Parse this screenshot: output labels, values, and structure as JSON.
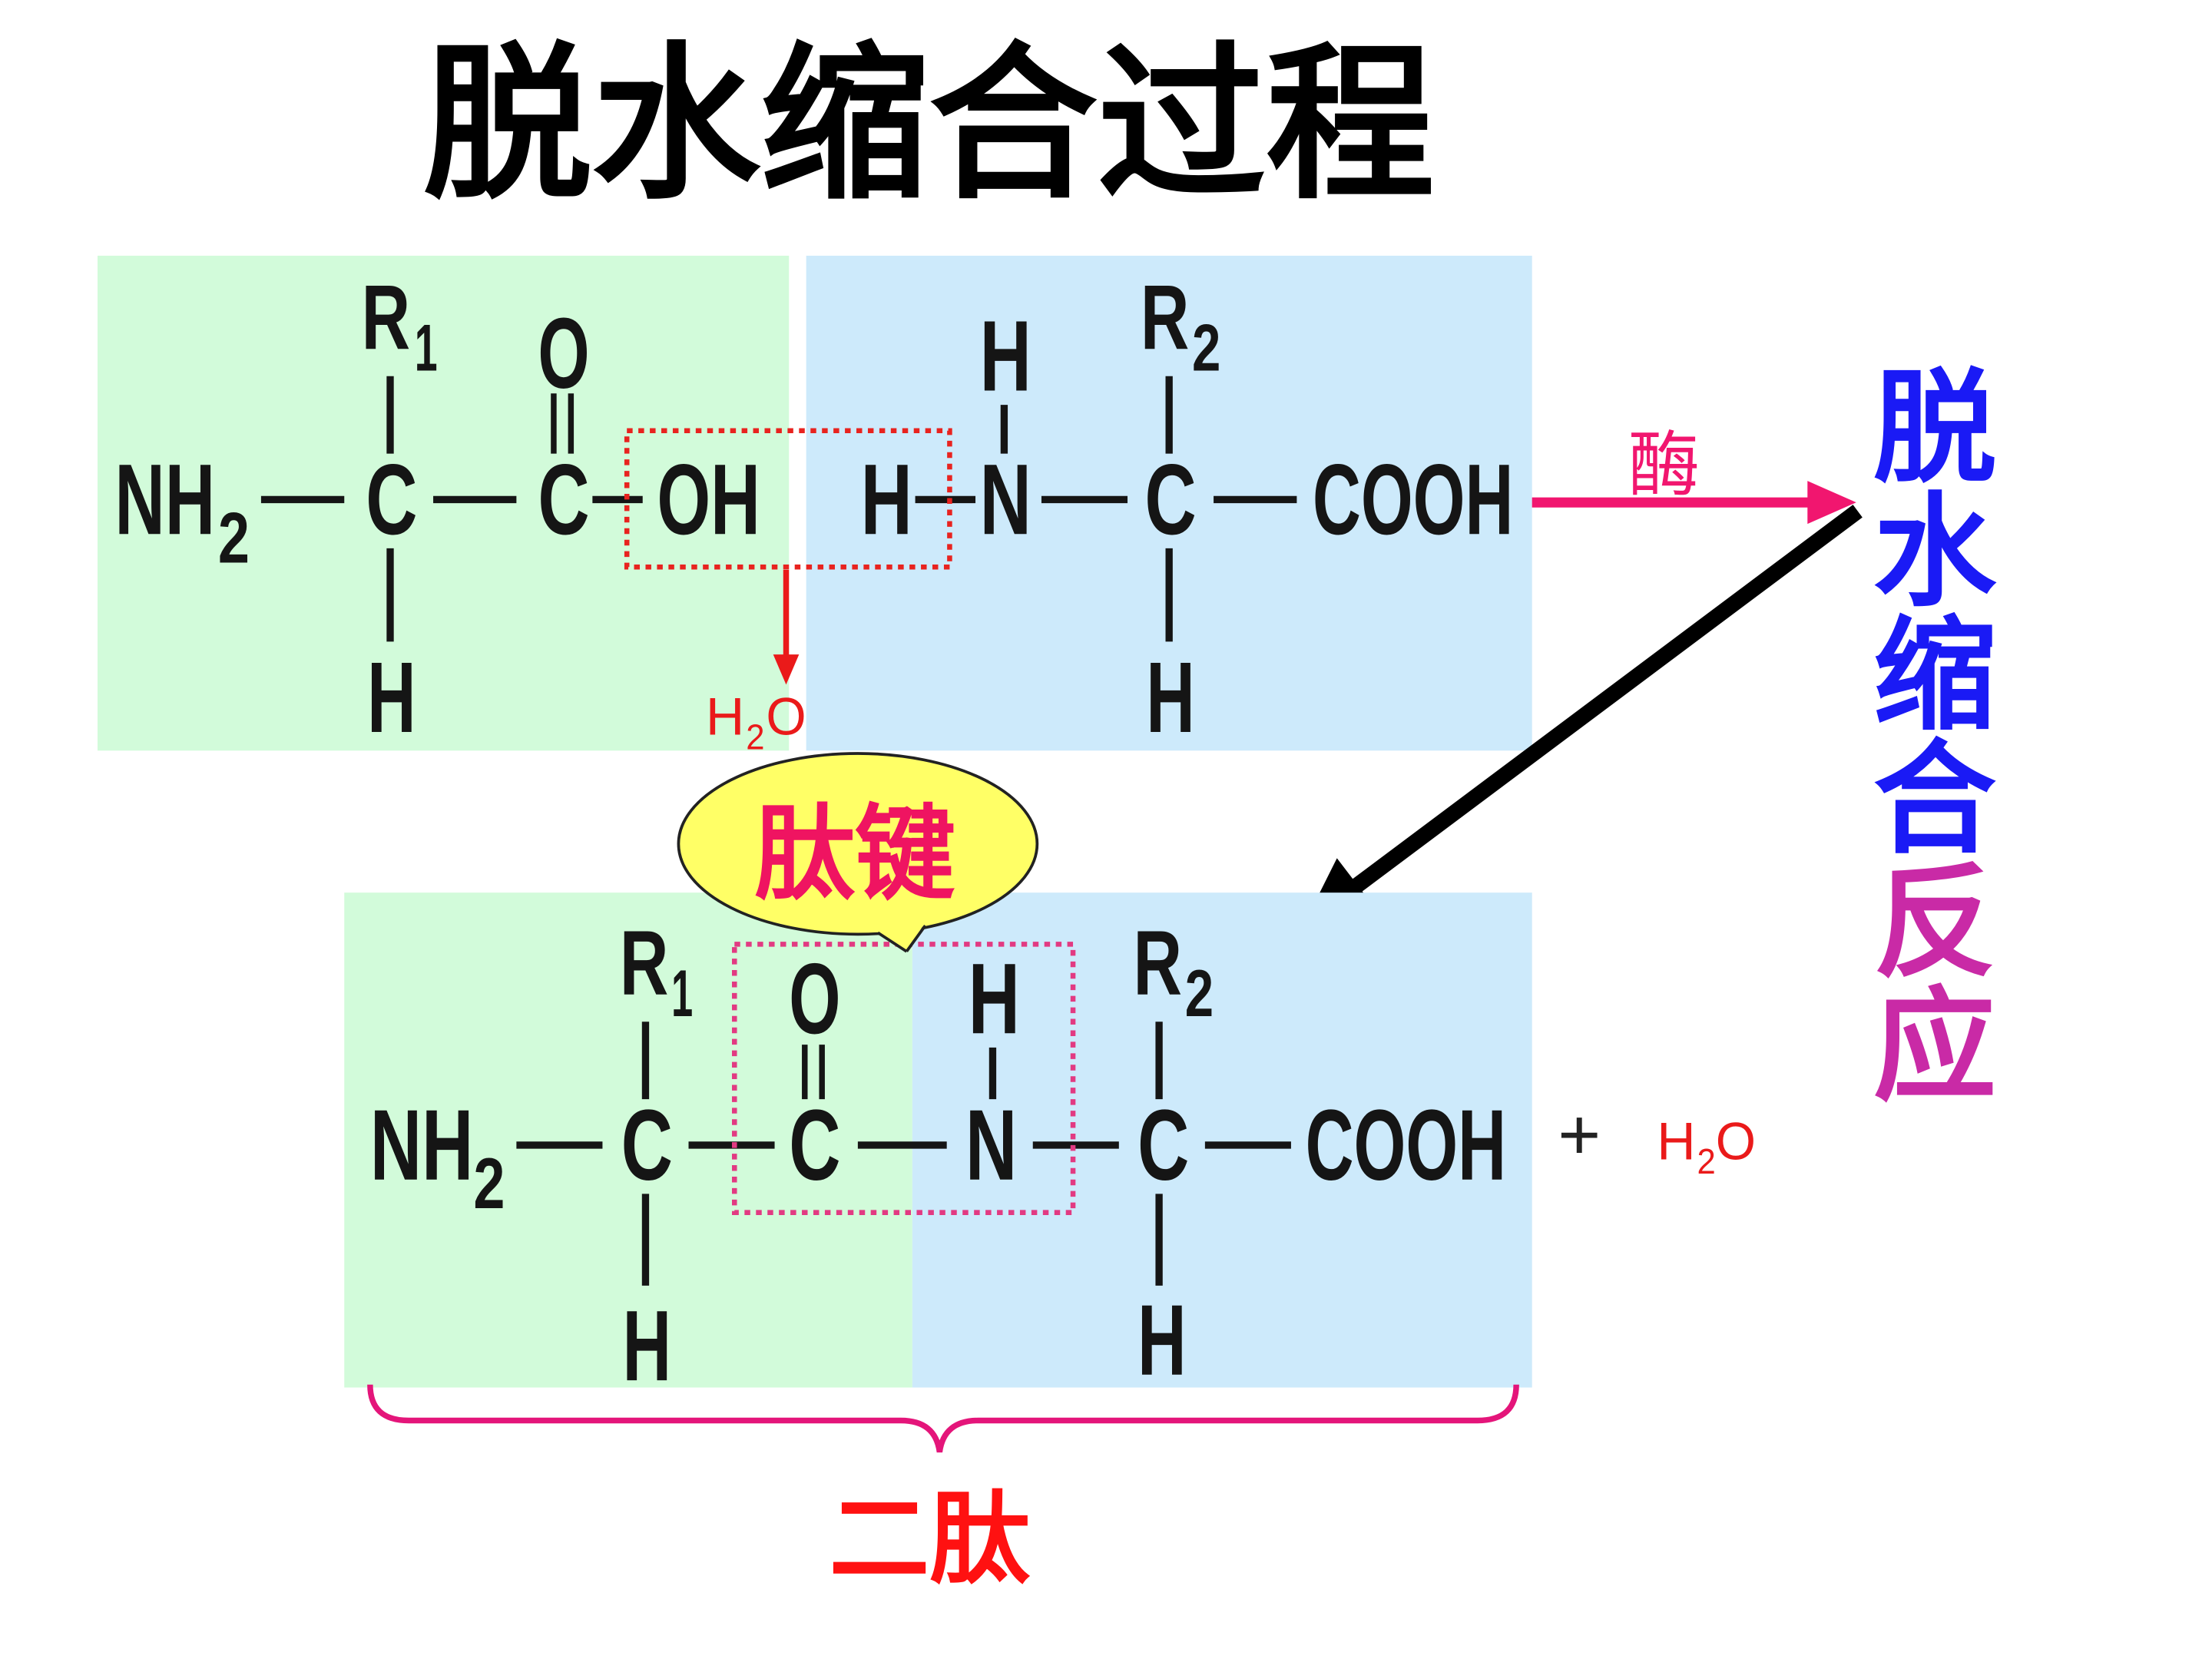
{
  "title": "脱水缩合过程",
  "amino_acid_1": {
    "amino_group": "NH",
    "amino_subscript": "2",
    "alpha_carbon": "C",
    "carboxyl_carbon": "C",
    "hydroxyl": "OH",
    "r_group": "R",
    "r_subscript": "1",
    "carbonyl_oxygen": "O",
    "alpha_hydrogen": "H"
  },
  "amino_acid_2": {
    "amino_hydrogen": "H",
    "amino_nitrogen": "N",
    "amino_top_hydrogen": "H",
    "alpha_carbon": "C",
    "carboxyl_group": "COOH",
    "r_group": "R",
    "r_subscript": "2",
    "alpha_hydrogen": "H"
  },
  "removed_water": {
    "h": "H",
    "subscript": "2",
    "o": "O"
  },
  "reaction": {
    "enzyme": "酶",
    "label_part1": "脱水缩合",
    "label_part2": "反应"
  },
  "dipeptide": {
    "amino_group": "NH",
    "amino_subscript": "2",
    "alpha_carbon_1": "C",
    "carbonyl_carbon": "C",
    "amide_nitrogen": "N",
    "alpha_carbon_2": "C",
    "carboxyl_group": "COOH",
    "r_group_1": "R",
    "r_subscript_1": "1",
    "carbonyl_oxygen": "O",
    "amide_hydrogen": "H",
    "r_group_2": "R",
    "r_subscript_2": "2",
    "alpha_hydrogen_1": "H",
    "alpha_hydrogen_2": "H"
  },
  "byproduct": {
    "plus": "+",
    "h": "H",
    "subscript": "2",
    "o": "O"
  },
  "peptide_bond_label": "肽键",
  "dipeptide_label": "二肽",
  "colors": {
    "amino_acid_1_bg": "#d2fbda",
    "amino_acid_2_bg": "#cdeafb",
    "removed_group_box": "#e8231f",
    "peptide_bond_box": "#e23a82",
    "enzyme_arrow": "#f1166f",
    "water": "#ea1a1a",
    "callout_fill": "#ffff66",
    "peptide_bond_text": "#ef1461",
    "dehydration_label": "#1a1af5",
    "reaction_label": "#c92aa6",
    "brace": "#e4157a",
    "dipeptide_text": "#ff1111"
  }
}
